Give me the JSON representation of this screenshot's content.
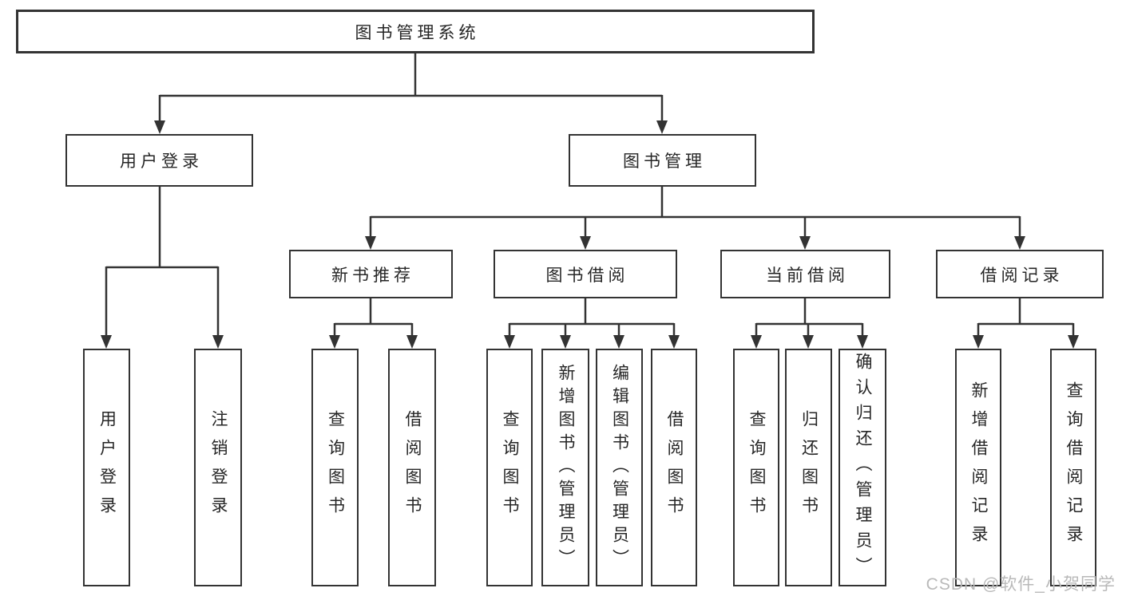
{
  "diagram_title": "图书管理系统",
  "tree": {
    "label": "图书管理系统",
    "children": [
      {
        "label": "用户登录",
        "children": [
          {
            "label": "用户登录"
          },
          {
            "label": "注销登录"
          }
        ]
      },
      {
        "label": "图书管理",
        "children": [
          {
            "label": "新书推荐",
            "children": [
              {
                "label": "查询图书"
              },
              {
                "label": "借阅图书"
              }
            ]
          },
          {
            "label": "图书借阅",
            "children": [
              {
                "label": "查询图书"
              },
              {
                "label": "新增图书（管理员）"
              },
              {
                "label": "编辑图书（管理员）"
              },
              {
                "label": "借阅图书"
              }
            ]
          },
          {
            "label": "当前借阅",
            "children": [
              {
                "label": "查询图书"
              },
              {
                "label": "归还图书"
              },
              {
                "label": "确认归还（管理员）"
              }
            ]
          },
          {
            "label": "借阅记录",
            "children": [
              {
                "label": "新增借阅记录"
              },
              {
                "label": "查询借阅记录"
              }
            ]
          }
        ]
      }
    ]
  },
  "watermark": "CSDN @软件_小贺同学",
  "colors": {
    "line": "#333333",
    "text": "#262626",
    "node_background": "#ffffff",
    "watermark": "#b9b9b9"
  }
}
